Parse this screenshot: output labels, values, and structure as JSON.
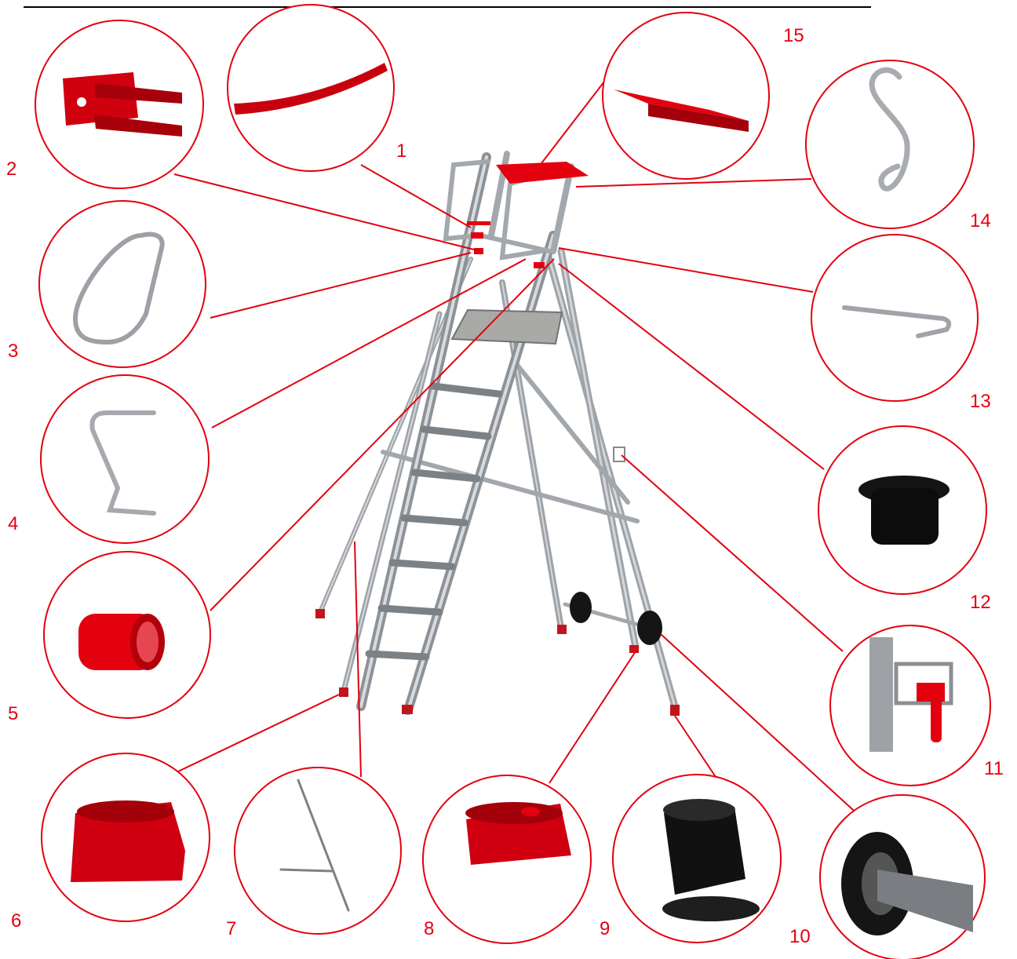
{
  "colors": {
    "accent_red": "#e3000f",
    "aluminium": "#b9bdc2",
    "dark_parts": "#151515"
  },
  "callouts": [
    {
      "number": "1",
      "icon": "curved-bar-icon"
    },
    {
      "number": "2",
      "icon": "u-bracket-icon"
    },
    {
      "number": "3",
      "icon": "carabiner-icon"
    },
    {
      "number": "4",
      "icon": "bent-rod-icon"
    },
    {
      "number": "5",
      "icon": "sleeve-icon"
    },
    {
      "number": "6",
      "icon": "red-foot-cap-icon"
    },
    {
      "number": "7",
      "icon": "brace-rod-icon"
    },
    {
      "number": "8",
      "icon": "red-foot-cap-icon"
    },
    {
      "number": "9",
      "icon": "black-foot-cap-icon"
    },
    {
      "number": "10",
      "icon": "wheel-assembly-icon"
    },
    {
      "number": "11",
      "icon": "clamp-icon"
    },
    {
      "number": "12",
      "icon": "black-plug-icon"
    },
    {
      "number": "13",
      "icon": "u-rod-icon"
    },
    {
      "number": "14",
      "icon": "s-hook-icon"
    },
    {
      "number": "15",
      "icon": "platform-tray-icon"
    }
  ]
}
